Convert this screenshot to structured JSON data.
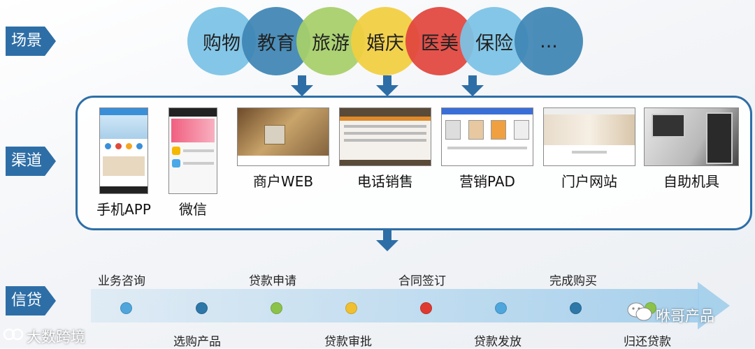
{
  "rows": {
    "scene": "场景",
    "channel": "渠道",
    "credit": "信贷"
  },
  "scenes": [
    {
      "label": "购物",
      "color": "#7cc3e6"
    },
    {
      "label": "教育",
      "color": "#3f86b5"
    },
    {
      "label": "旅游",
      "color": "#a7d06a"
    },
    {
      "label": "婚庆",
      "color": "#f2cf40"
    },
    {
      "label": "医美",
      "color": "#e2463e"
    },
    {
      "label": "保险",
      "color": "#7cc3e6"
    },
    {
      "label": "...",
      "color": "#3f86b5"
    }
  ],
  "channels": [
    {
      "label": "手机APP",
      "icon": "mobile-app-screenshot"
    },
    {
      "label": "微信",
      "icon": "wechat-screenshot"
    },
    {
      "label": "商户WEB",
      "icon": "merchant-web-screenshot"
    },
    {
      "label": "电话销售",
      "icon": "telesales-screenshot"
    },
    {
      "label": "营销PAD",
      "icon": "marketing-pad-screenshot"
    },
    {
      "label": "门户网站",
      "icon": "portal-site-screenshot"
    },
    {
      "label": "自助机具",
      "icon": "self-service-kiosk-photo"
    }
  ],
  "steps_top": [
    "业务咨询",
    "贷款申请",
    "合同签订",
    "完成购买"
  ],
  "steps_bottom": [
    "选购产品",
    "贷款审批",
    "贷款发放",
    "归还贷款"
  ],
  "timeline_dots": [
    "#4ea6dc",
    "#2d78a8",
    "#8bc34a",
    "#f0c030",
    "#e03a30",
    "#4ea6dc",
    "#2d78a8",
    "#8bc34a"
  ],
  "watermarks": {
    "left": "大数跨境",
    "right": "咻哥产品"
  }
}
